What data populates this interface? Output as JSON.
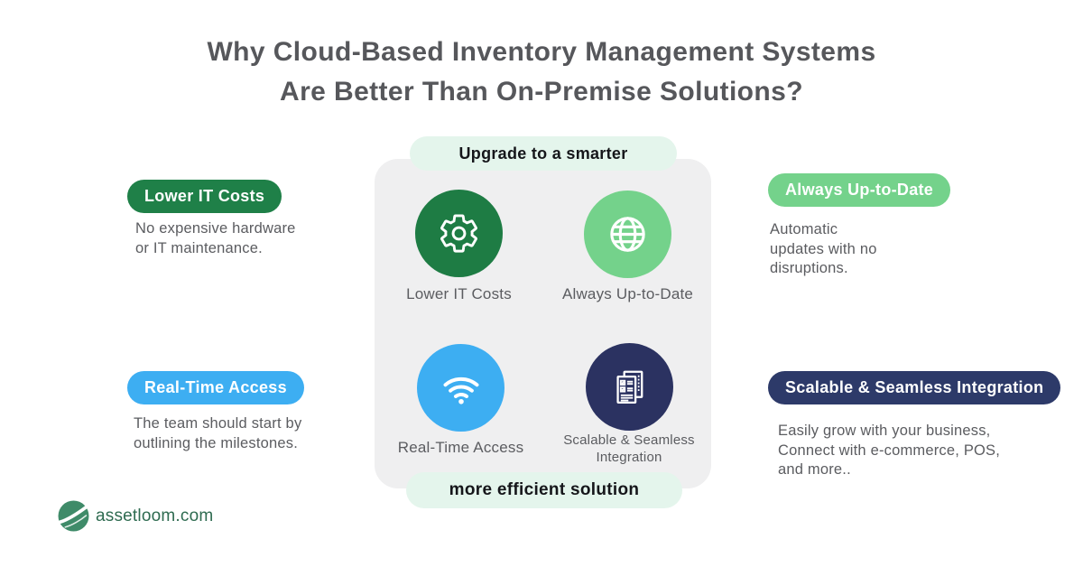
{
  "title": {
    "line1": "Why Cloud-Based Inventory Management Systems",
    "line2": "Are Better Than On-Premise Solutions?"
  },
  "center_panel": {
    "top_pill": "Upgrade to a smarter",
    "bottom_pill": "more efficient solution",
    "features": {
      "lower_it_costs": {
        "label": "Lower IT Costs",
        "icon": "gear-icon",
        "circle_color": "#1e7c44"
      },
      "always_up_to_date": {
        "label": "Always Up-to-Date",
        "icon": "globe-icon",
        "circle_color": "#74d28b"
      },
      "real_time_access": {
        "label": "Real-Time Access",
        "icon": "wifi-icon",
        "circle_color": "#3daef2"
      },
      "scalable_integration": {
        "label": "Scalable & Seamless Integration",
        "icon": "documents-icon",
        "circle_color": "#2b3261"
      }
    }
  },
  "callouts": {
    "lower_it_costs": {
      "pill": "Lower IT Costs",
      "pill_color": "#1f8048",
      "lines": [
        "No expensive hardware",
        "or IT maintenance."
      ]
    },
    "always_up_to_date": {
      "pill": "Always Up-to-Date",
      "pill_color": "#74d28b",
      "lines": [
        "Automatic",
        "updates with no",
        "disruptions."
      ]
    },
    "real_time_access": {
      "pill": "Real-Time Access",
      "pill_color": "#3daef2",
      "lines": [
        "The team should start by",
        "outlining the milestones."
      ]
    },
    "scalable_integration": {
      "pill": "Scalable & Seamless Integration",
      "pill_color": "#2d3a69",
      "lines": [
        "Easily grow with your business,",
        "Connect with e-commerce, POS,",
        "and more.."
      ]
    }
  },
  "footer": {
    "logo_text": "assetloom.com"
  },
  "colors": {
    "title_text": "#56575b",
    "body_text": "#5b5c60",
    "panel_gray": "#efeff0",
    "mint_pill": "#e4f5ec",
    "dark_green": "#1e7c44",
    "light_green": "#74d28b",
    "blue": "#3daef2",
    "navy": "#2b3261",
    "logo_green": "#3f8b69",
    "logo_text_green": "#2e6b50"
  }
}
